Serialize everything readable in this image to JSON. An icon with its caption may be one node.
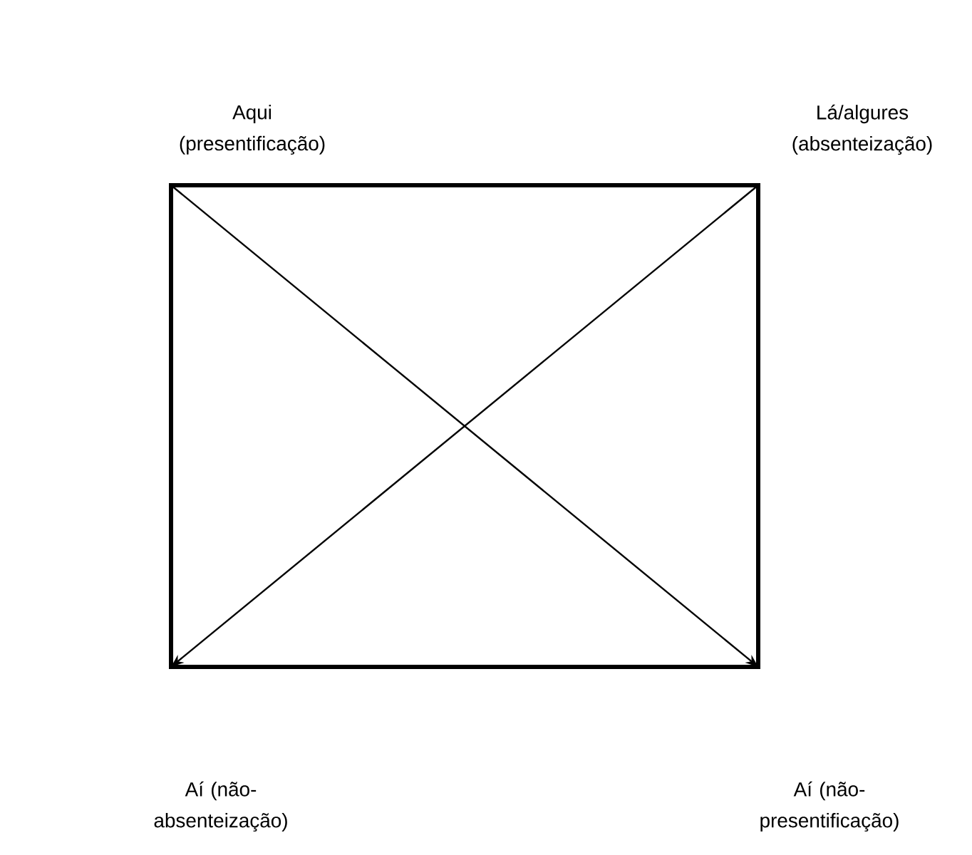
{
  "diagram": {
    "labels": [
      "Aqui (presentificação)",
      "Lá/algures (absenteização)",
      "Aí (não-absenteização)",
      "Aí (não-presentificação)"
    ]
  }
}
